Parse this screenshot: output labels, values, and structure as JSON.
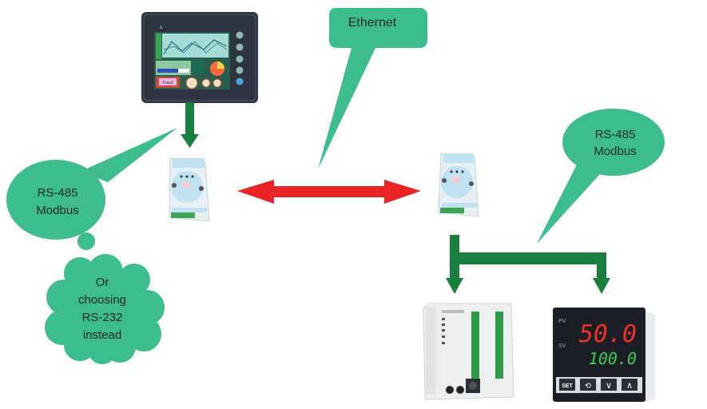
{
  "colors": {
    "callout": "#3dbd8c",
    "flow_arrow": "#1a7f3e",
    "ethernet_arrow": "#e82424",
    "text": "#1a2a22"
  },
  "callouts": {
    "ethernet": {
      "text": "Ethernet"
    },
    "rs485_left": {
      "line1": "RS-485",
      "line2": "Modbus"
    },
    "rs232_cloud": {
      "line1": "Or",
      "line2": "choosing",
      "line3": "RS-232",
      "line4": "instead"
    },
    "rs485_right": {
      "line1": "RS-485",
      "line2": "Modbus"
    }
  },
  "devices": {
    "hmi": {
      "label": "HMI touch panel",
      "button_label": "Fraud"
    },
    "converter_left": {
      "label": "Ethernet converter"
    },
    "converter_right": {
      "label": "Ethernet converter"
    },
    "plc": {
      "label": "PLC"
    },
    "temp_controller": {
      "label": "Temperature controller",
      "pv_value": "50.0",
      "sv_value": "100.0",
      "pv_label": "PV",
      "sv_label": "SV",
      "buttons": [
        "SET",
        "⟲",
        "∨",
        "∧"
      ]
    }
  },
  "connections": [
    {
      "from": "hmi",
      "to": "converter_left",
      "type": "RS-485 Modbus"
    },
    {
      "from": "converter_left",
      "to": "converter_right",
      "type": "Ethernet"
    },
    {
      "from": "converter_right",
      "to": "plc",
      "type": "RS-485 Modbus"
    },
    {
      "from": "converter_right",
      "to": "temp_controller",
      "type": "RS-485 Modbus"
    }
  ]
}
